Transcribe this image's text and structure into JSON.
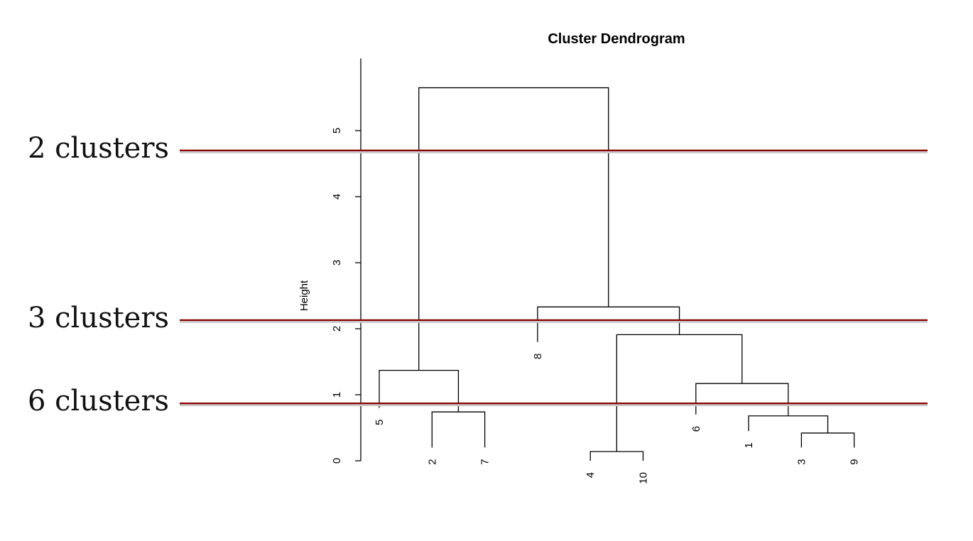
{
  "chart_data": {
    "type": "dendrogram",
    "title": "Cluster Dendrogram",
    "ylabel": "Height",
    "ylim": [
      0,
      5.6
    ],
    "yticks": [
      0,
      1,
      2,
      3,
      4,
      5
    ],
    "leaves": [
      {
        "label": "5",
        "height": 0.8
      },
      {
        "label": "2",
        "height": 0.2
      },
      {
        "label": "7",
        "height": 0.2
      },
      {
        "label": "8",
        "height": 1.8
      },
      {
        "label": "4",
        "height": 0.0
      },
      {
        "label": "10",
        "height": 0.0
      },
      {
        "label": "6",
        "height": 0.7
      },
      {
        "label": "1",
        "height": 0.45
      },
      {
        "label": "3",
        "height": 0.2
      },
      {
        "label": "9",
        "height": 0.2
      }
    ],
    "merges": [
      {
        "left": "L:4",
        "right": "L:5",
        "height": 0.14
      },
      {
        "left": "L:8",
        "right": "L:9",
        "height": 0.42
      },
      {
        "left": "L:7",
        "right": "M:1",
        "height": 0.68
      },
      {
        "left": "L:1",
        "right": "L:2",
        "height": 0.74
      },
      {
        "left": "L:6",
        "right": "M:2",
        "height": 1.17
      },
      {
        "left": "L:0",
        "right": "M:3",
        "height": 1.37
      },
      {
        "left": "M:0",
        "right": "M:4",
        "height": 1.91
      },
      {
        "left": "L:3",
        "right": "M:6",
        "height": 2.33
      },
      {
        "left": "M:5",
        "right": "M:7",
        "height": 5.65
      }
    ],
    "cut_lines": [
      {
        "label": "2 clusters",
        "height": 4.7
      },
      {
        "label": "3 clusters",
        "height": 2.13
      },
      {
        "label": "6 clusters",
        "height": 0.87
      }
    ],
    "line_color": "#000000",
    "cut_color": "#8b0000"
  }
}
